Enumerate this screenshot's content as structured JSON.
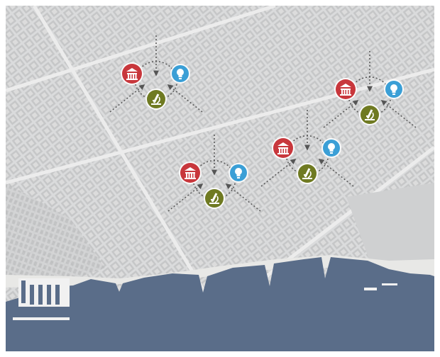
{
  "map": {
    "colors": {
      "land": "#d8d9da",
      "block": "#c9cacb",
      "street": "#eeeeee",
      "sea": "#5b6e8a",
      "beach": "#e6e6e4",
      "arrow": "#5a5a5a",
      "institution": "#c8373c",
      "idea": "#3b9fd6",
      "research": "#6f7a22"
    },
    "clusters": [
      {
        "id": "north-west",
        "icons": [
          "institution-icon",
          "idea-icon",
          "microscope-icon"
        ]
      },
      {
        "id": "center-west",
        "icons": [
          "institution-icon",
          "idea-icon",
          "microscope-icon"
        ]
      },
      {
        "id": "center-east",
        "icons": [
          "institution-icon",
          "idea-icon",
          "microscope-icon"
        ]
      },
      {
        "id": "north-east",
        "icons": [
          "institution-icon",
          "idea-icon",
          "microscope-icon"
        ]
      }
    ]
  }
}
